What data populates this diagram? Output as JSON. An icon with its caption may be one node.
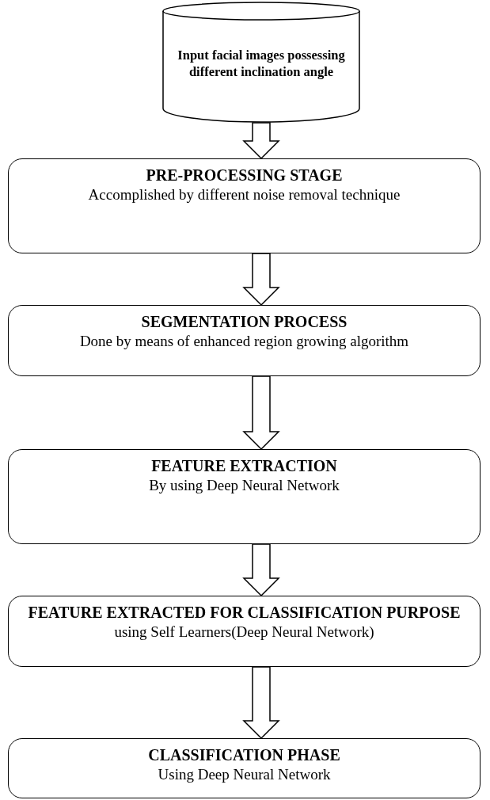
{
  "diagram": {
    "nodes": [
      {
        "text": [
          "Input facial images possessing different inclination angle"
        ]
      },
      {
        "text": [
          "PRE-PROCESSING STAGE",
          "Accomplished by different noise removal technique"
        ]
      },
      {
        "text": [
          "SEGMENTATION PROCESS",
          "Done by means of enhanced region growing algorithm"
        ]
      },
      {
        "text": [
          "FEATURE EXTRACTION",
          "By using Deep Neural Network"
        ]
      },
      {
        "text": [
          "FEATURE EXTRACTED FOR CLASSIFICATION PURPOSE",
          "using Self Learners(Deep Neural Network)"
        ]
      },
      {
        "text": [
          "CLASSIFICATION PHASE",
          "Using Deep Neural Network"
        ]
      }
    ],
    "edges": [
      {
        "from": 0,
        "to": 1,
        "arrow": "to"
      },
      {
        "from": 1,
        "to": 2,
        "arrow": "to"
      },
      {
        "from": 2,
        "to": 3,
        "arrow": "to"
      },
      {
        "from": 3,
        "to": 4,
        "arrow": "to"
      },
      {
        "from": 4,
        "to": 5,
        "arrow": "to"
      }
    ]
  }
}
